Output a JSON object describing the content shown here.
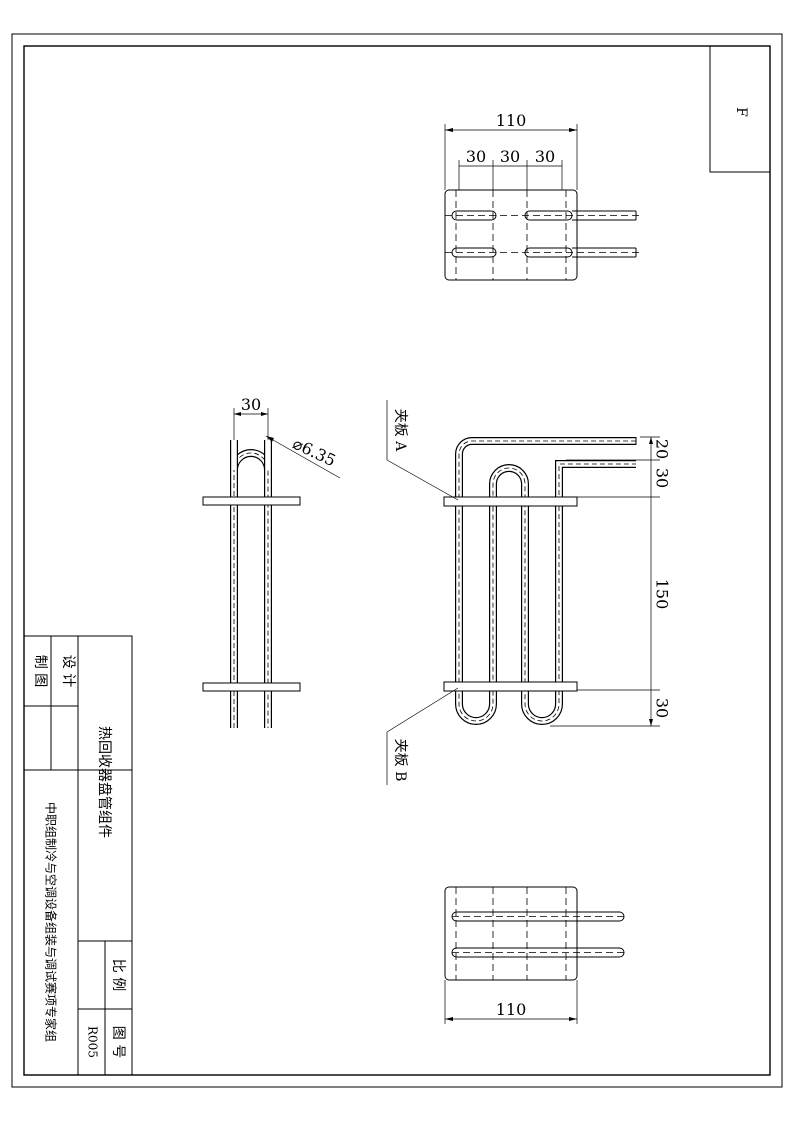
{
  "sheet_code": "F",
  "title_block": {
    "row_design": "设 计",
    "row_drawn": "制 图",
    "part_name": "热回收器盘管组件",
    "organization": "中职组制冷与空调设备组装与调试赛项专家组",
    "scale_label": "比 例",
    "drawing_no_label": "图 号",
    "drawing_no": "R005"
  },
  "dimensions": {
    "top_overall": "110",
    "top_seg1": "30",
    "top_seg2": "30",
    "top_seg3": "30",
    "side_spacing": "30",
    "tube_diameter": "⌀6.35",
    "front_d1": "20",
    "front_d2": "30",
    "front_d3": "150",
    "front_d4": "30",
    "bottom_overall": "110"
  },
  "callouts": {
    "plate_a": "夹板 A",
    "plate_b": "夹板 B"
  }
}
